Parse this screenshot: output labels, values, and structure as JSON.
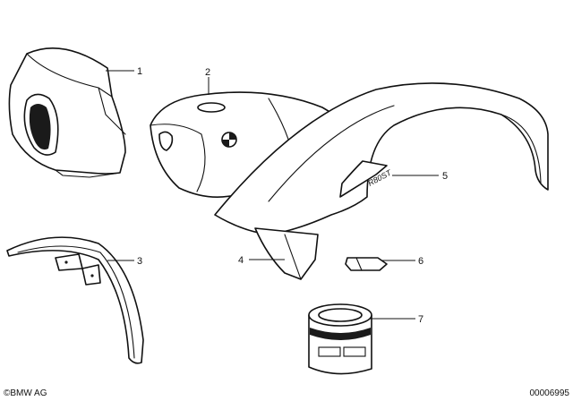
{
  "labels": [
    {
      "id": "1",
      "text": "1"
    },
    {
      "id": "2",
      "text": "2"
    },
    {
      "id": "3",
      "text": "3"
    },
    {
      "id": "4",
      "text": "4"
    },
    {
      "id": "5",
      "text": "5"
    },
    {
      "id": "6",
      "text": "6"
    },
    {
      "id": "7",
      "text": "7"
    }
  ],
  "fender_badge": "R80ST",
  "footer": {
    "brand": "BMW AG",
    "copyright_symbol": "©",
    "doc_id": "00006995"
  },
  "colors": {
    "line": "#111111",
    "background": "#ffffff"
  }
}
